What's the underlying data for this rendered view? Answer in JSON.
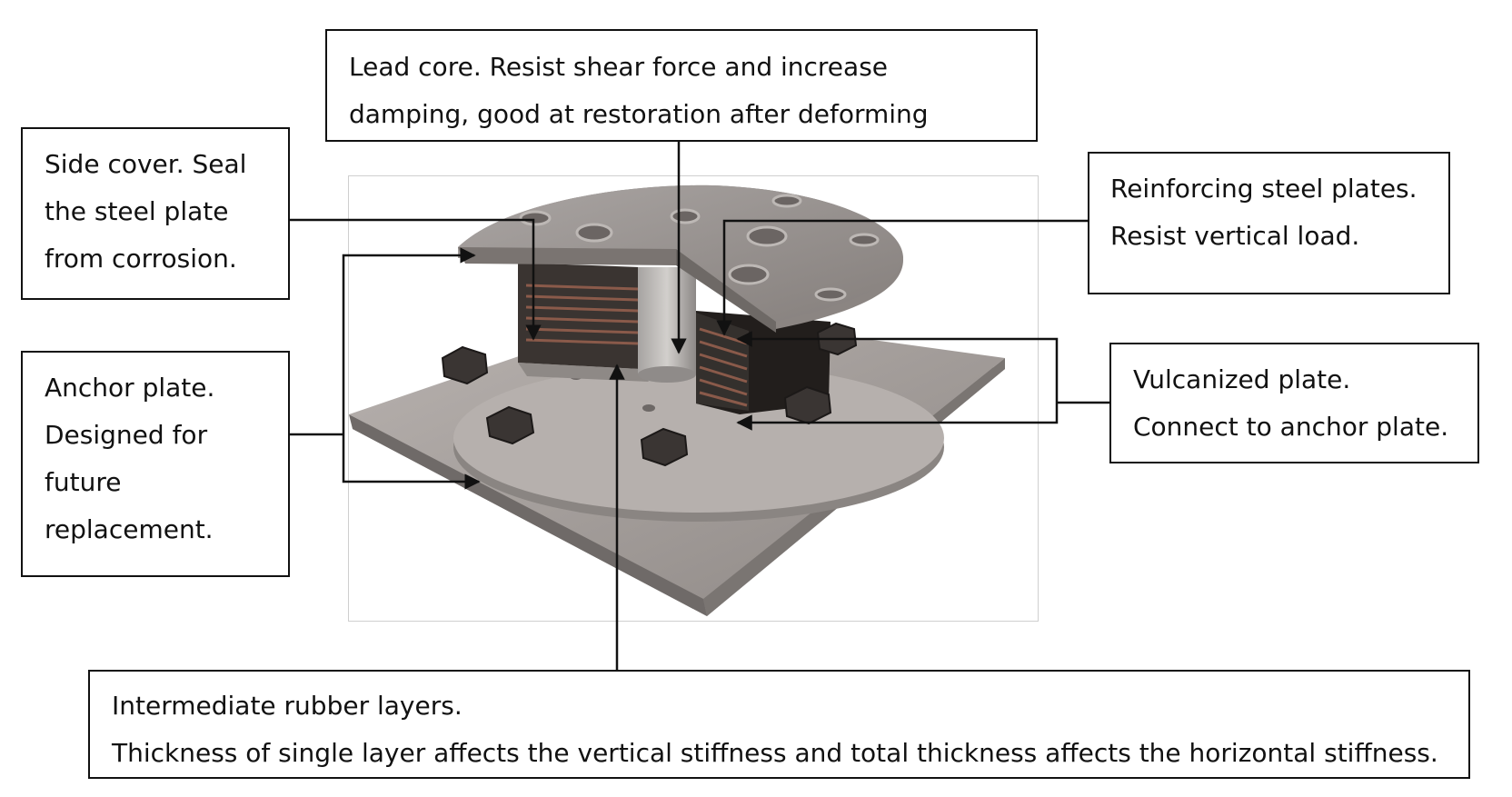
{
  "callouts": {
    "lead_core": {
      "line1": "Lead core. Resist shear force and increase",
      "line2": "damping, good at restoration after deforming"
    },
    "side_cover": {
      "line1": "Side cover. Seal",
      "line2": "the steel plate",
      "line3": "from corrosion."
    },
    "reinforcing_plates": {
      "line1": "Reinforcing steel plates.",
      "line2": "Resist vertical load."
    },
    "anchor_plate": {
      "line1": "Anchor plate.",
      "line2": "Designed for",
      "line3": "future",
      "line4": "replacement."
    },
    "vulcanized_plate": {
      "line1": "Vulcanized plate.",
      "line2": "Connect to anchor plate."
    },
    "rubber_layers": {
      "line1": "Intermediate rubber layers.",
      "line2": "Thickness of single layer affects the vertical stiffness and total thickness affects the horizontal stiffness."
    }
  },
  "colors": {
    "steel": "#a9a4a2",
    "steel_dark": "#7d7875",
    "rubber": "#2a2624",
    "line": "#111111"
  }
}
